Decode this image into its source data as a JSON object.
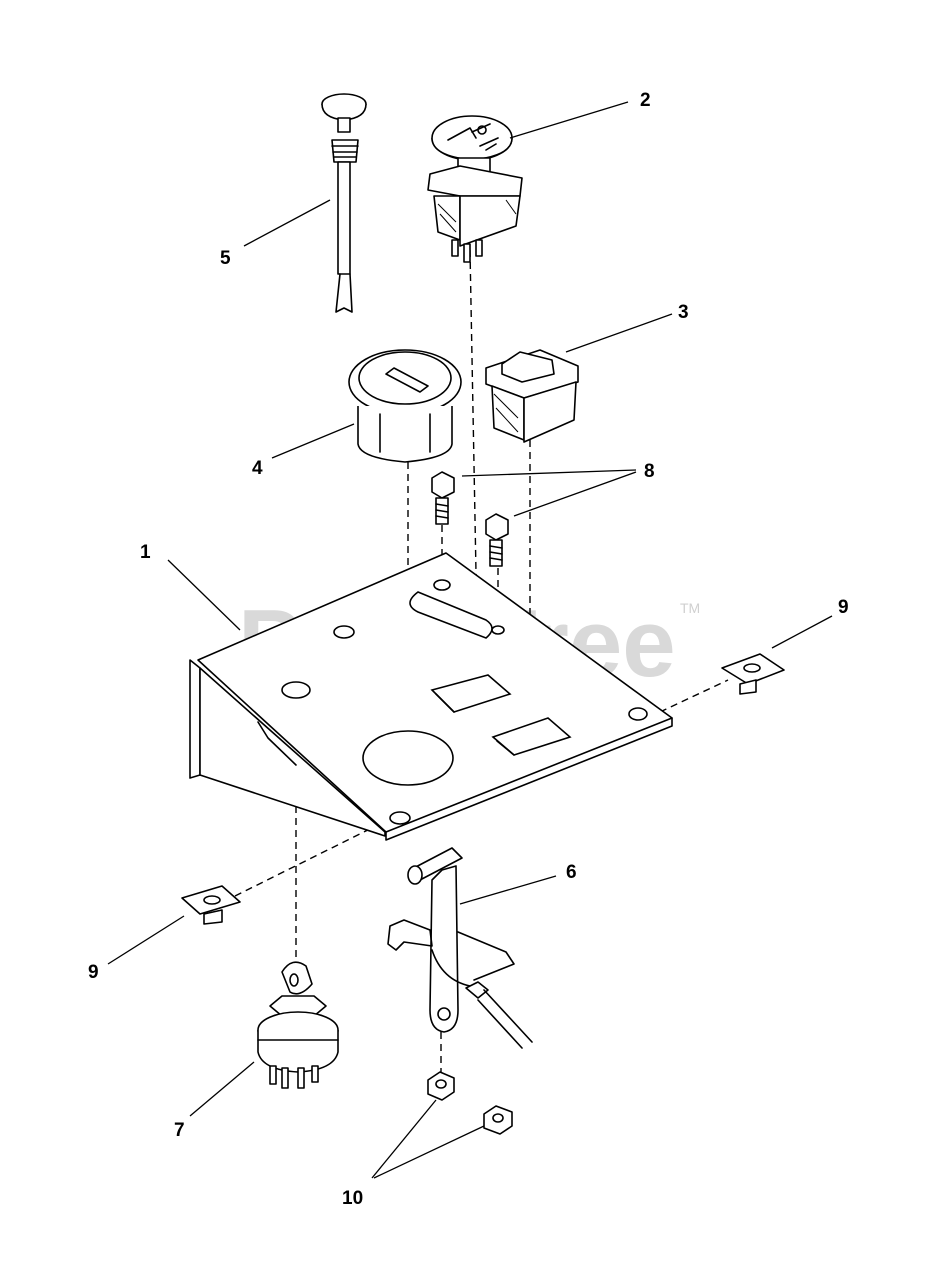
{
  "watermark": {
    "brand": "PartsTree",
    "trademark": "TM"
  },
  "callouts": [
    {
      "id": "1",
      "label": "1"
    },
    {
      "id": "2",
      "label": "2"
    },
    {
      "id": "3",
      "label": "3"
    },
    {
      "id": "4",
      "label": "4"
    },
    {
      "id": "5",
      "label": "5"
    },
    {
      "id": "6",
      "label": "6"
    },
    {
      "id": "7",
      "label": "7"
    },
    {
      "id": "8",
      "label": "8"
    },
    {
      "id": "9a",
      "label": "9"
    },
    {
      "id": "9b",
      "label": "9"
    },
    {
      "id": "10",
      "label": "10"
    }
  ],
  "icons": {
    "switch_cap_symbols": "pto-switch-symbol-icon",
    "key": "ignition-key-icon"
  }
}
